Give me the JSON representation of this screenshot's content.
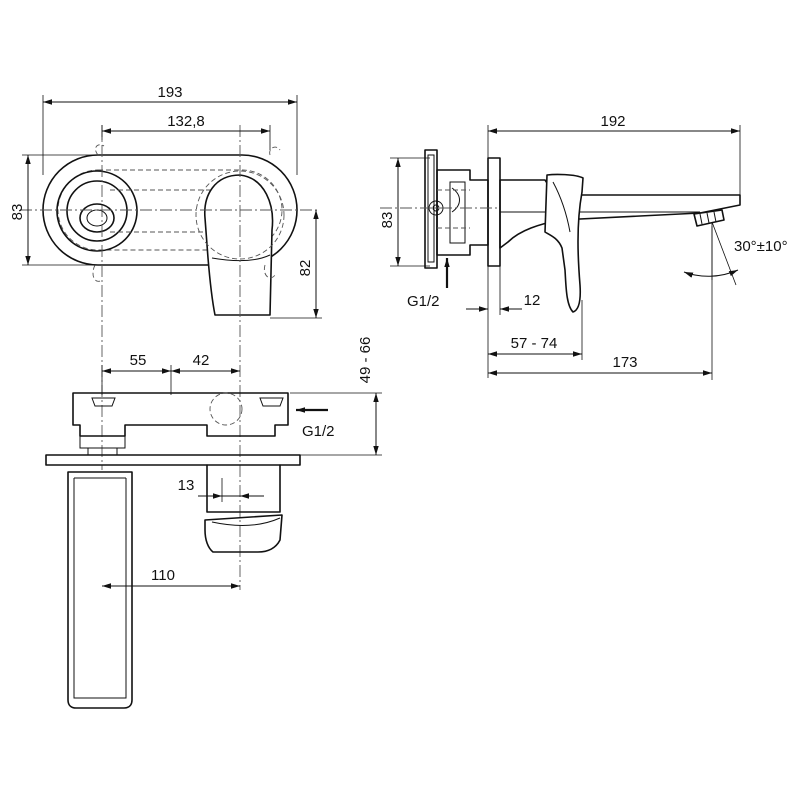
{
  "dimensions": {
    "front_width": "193",
    "front_centers": "132,8",
    "front_height": "83",
    "front_spout_drop": "82",
    "top_left_offset": "55",
    "top_right_offset": "42",
    "top_depth_range": "49 - 66",
    "top_spout_width": "13",
    "top_spout_center": "110",
    "top_inlet": "G1/2",
    "side_length": "192",
    "side_height": "83",
    "side_inlet": "G1/2",
    "side_offset": "12",
    "side_depth_range": "57 - 74",
    "side_projection": "173",
    "side_angle": "30°±10°"
  }
}
